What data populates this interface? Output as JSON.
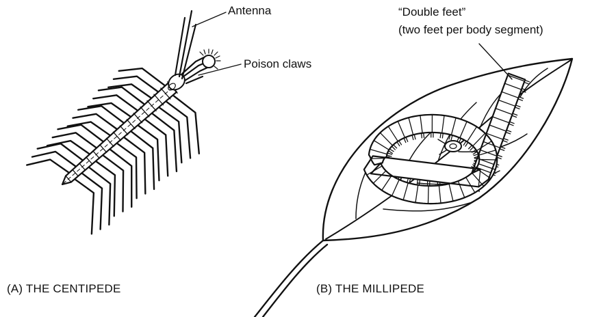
{
  "labels": {
    "antenna": "Antenna",
    "poison_claws": "Poison claws",
    "double_feet_line1": "“Double feet”",
    "double_feet_line2": "(two feet per body segment)"
  },
  "captions": {
    "centipede": "(A) THE CENTIPEDE",
    "millipede": "(B) THE MILLIPEDE"
  },
  "colors": {
    "ink": "#111111",
    "background": "#ffffff"
  }
}
